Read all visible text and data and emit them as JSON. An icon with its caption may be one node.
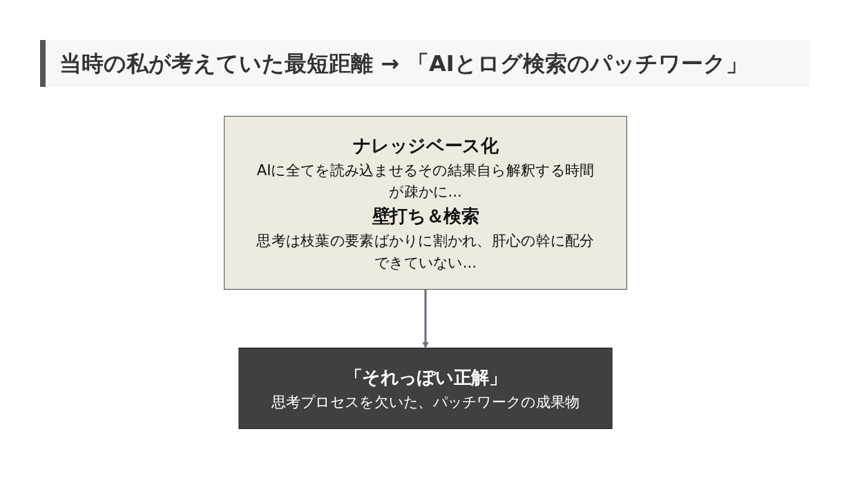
{
  "diagram": {
    "title": "当時の私が考えていた最短距離 → 「AIとログ検索のパッチワーク」",
    "nodes": [
      {
        "text": [
          "ナレッジベース化",
          "AIに全てを読み込ませるその結果自ら解釈する時間が疎かに...",
          "壁打ち＆検索",
          "思考は枝葉の要素ばかりに割かれ、肝心の幹に配分できていない..."
        ]
      },
      {
        "text": [
          "「それっぽい正解」",
          "思考プロセスを欠いた、パッチワークの成果物"
        ]
      }
    ],
    "edges": [
      {
        "from": 0,
        "to": 1,
        "arrow": "to"
      }
    ]
  }
}
